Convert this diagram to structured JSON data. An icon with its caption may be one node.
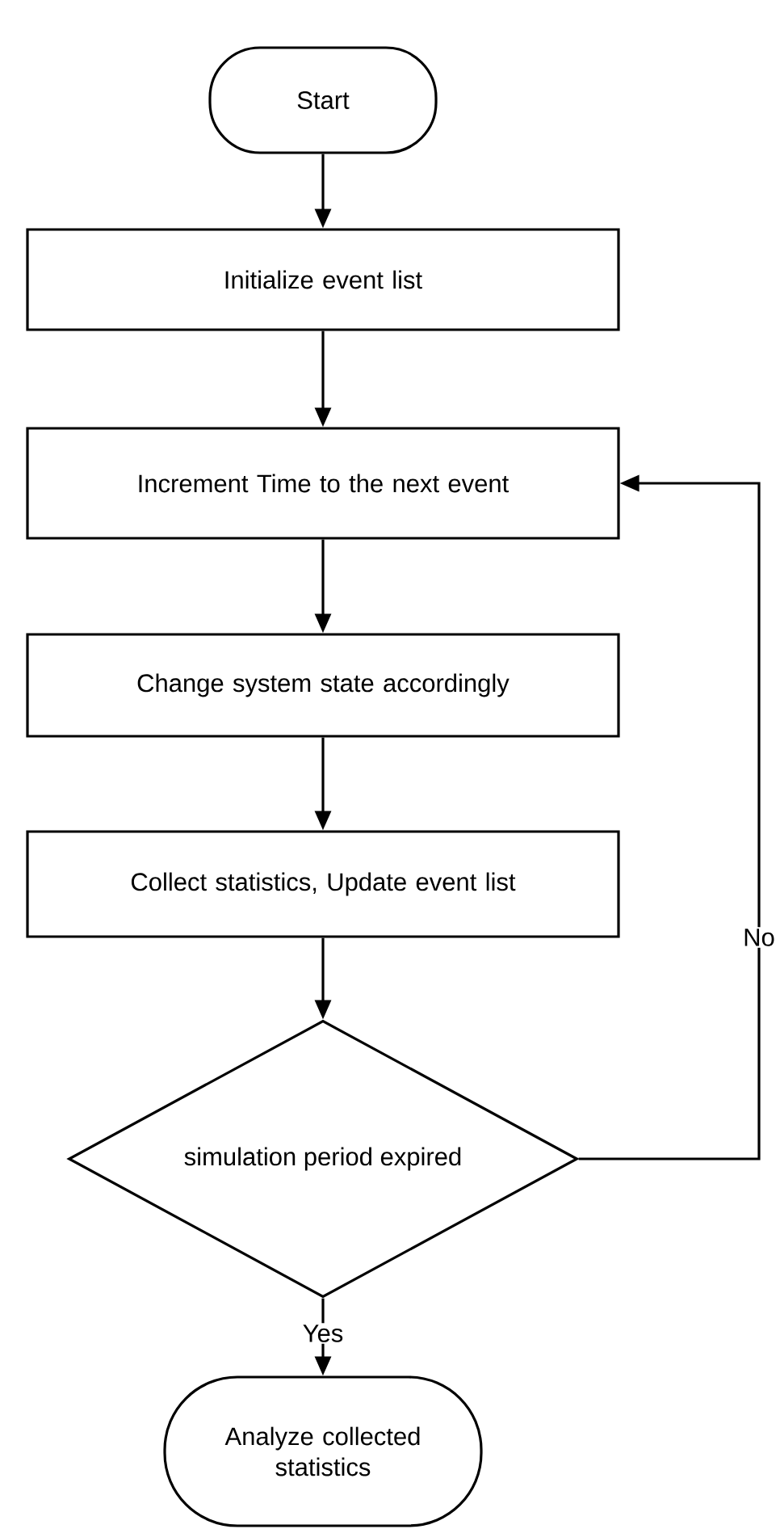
{
  "diagram": {
    "nodes": [
      {
        "text": [
          "Start"
        ]
      },
      {
        "text": [
          "Initialize event list"
        ]
      },
      {
        "text": [
          "Increment Time to the next event"
        ]
      },
      {
        "text": [
          "Change system state accordingly"
        ]
      },
      {
        "text": [
          "Collect statistics, Update event list"
        ]
      },
      {
        "text": [
          "simulation period expired"
        ]
      },
      {
        "text": [
          "Analyze collected statistics"
        ]
      }
    ],
    "edges": [
      {
        "from": 0,
        "to": 1,
        "arrow": "to"
      },
      {
        "from": 1,
        "to": 2,
        "arrow": "to"
      },
      {
        "from": 2,
        "to": 3,
        "arrow": "to"
      },
      {
        "from": 3,
        "to": 4,
        "arrow": "to"
      },
      {
        "from": 4,
        "to": 5,
        "arrow": "to"
      },
      {
        "from": 5,
        "to": 6,
        "label": "Yes",
        "arrow": "to"
      },
      {
        "from": 5,
        "to": 2,
        "label": "No",
        "arrow": "to"
      }
    ]
  }
}
